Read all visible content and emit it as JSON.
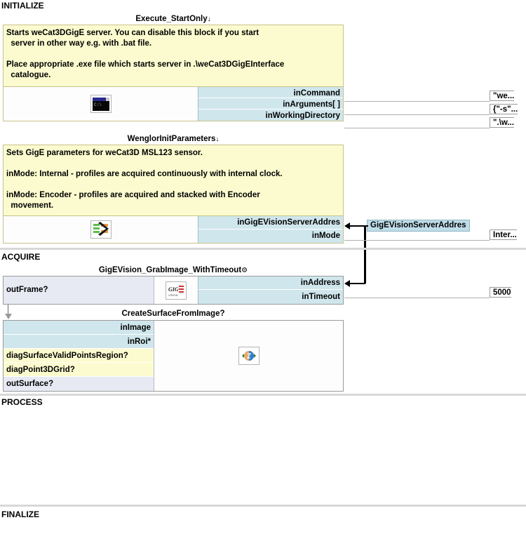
{
  "sections": [
    {
      "name": "INITIALIZE",
      "label": "INITIALIZE"
    },
    {
      "name": "ACQUIRE",
      "label": "ACQUIRE"
    },
    {
      "name": "PROCESS",
      "label": "PROCESS"
    },
    {
      "name": "FINALIZE",
      "label": "FINALIZE"
    }
  ],
  "blocks": [
    {
      "id": "execute-startonly",
      "title": "Execute_StartOnly",
      "title_glyph": "↓",
      "icon": "console-window-icon",
      "comment": "Starts weCat3DGigE server. You can disable this block if you start\n  server in other way e.g. with .bat file.\n\nPlace appropriate .exe file which starts server in .\\weCat3DGigEInterface\n  catalogue.",
      "inputs": [
        {
          "label": "inCommand",
          "value": "\"we..."
        },
        {
          "label": "inArguments[ ]",
          "value": "{\"-s\"..."
        },
        {
          "label": "inWorkingDirectory",
          "value": "\".\\w..."
        }
      ],
      "outputs": []
    },
    {
      "id": "wenglor-init-parameters",
      "title": "WenglorInitParameters",
      "title_glyph": "↓",
      "icon": "parameters-arrow-icon",
      "comment": "Sets GigE parameters for weCat3D MSL123 sensor.\n\ninMode: Internal - profiles are acquired continuously with internal clock.\n\ninMode: Encoder - profiles are acquired and stacked with Encoder\n  movement.",
      "inputs": [
        {
          "label": "inGigEVisionServerAddres",
          "value": ""
        },
        {
          "label": "inMode",
          "value": "Inter..."
        }
      ],
      "outputs": []
    },
    {
      "id": "gigevision-grabimage-withtimeout",
      "title": "GigEVision_GrabImage_WithTimeout",
      "title_glyph": "⚙",
      "icon": "gige-vision-icon",
      "comment": "",
      "inputs": [
        {
          "label": "inAddress",
          "value": ""
        },
        {
          "label": "inTimeout",
          "value": "5000"
        }
      ],
      "outputs": [
        {
          "label": "outFrame?",
          "kind": "out"
        }
      ]
    },
    {
      "id": "create-surface-from-image",
      "title": "CreateSurfaceFromImage?",
      "title_glyph": "",
      "icon": "surface-from-image-icon",
      "comment": "",
      "inputs": [],
      "outputs": [
        {
          "label": "inImage",
          "kind": "in"
        },
        {
          "label": "inRoi*",
          "kind": "in"
        },
        {
          "label": "diagSurfaceValidPointsRegion?",
          "kind": "diag"
        },
        {
          "label": "diagPoint3DGrid?",
          "kind": "diag"
        },
        {
          "label": "outSurface?",
          "kind": "out"
        }
      ]
    }
  ],
  "globals": [
    {
      "label": "GigEVisionServerAddres"
    }
  ],
  "colors": {
    "comment_bg": "#fbfbcf",
    "input_port_bg": "#cfe6ec",
    "output_port_bg": "#e7eaf3",
    "diag_port_bg": "#fbfbcf",
    "global_chip_bg": "#bfdde8",
    "section_rule": "#d8d8d8",
    "wire": "#000000"
  }
}
